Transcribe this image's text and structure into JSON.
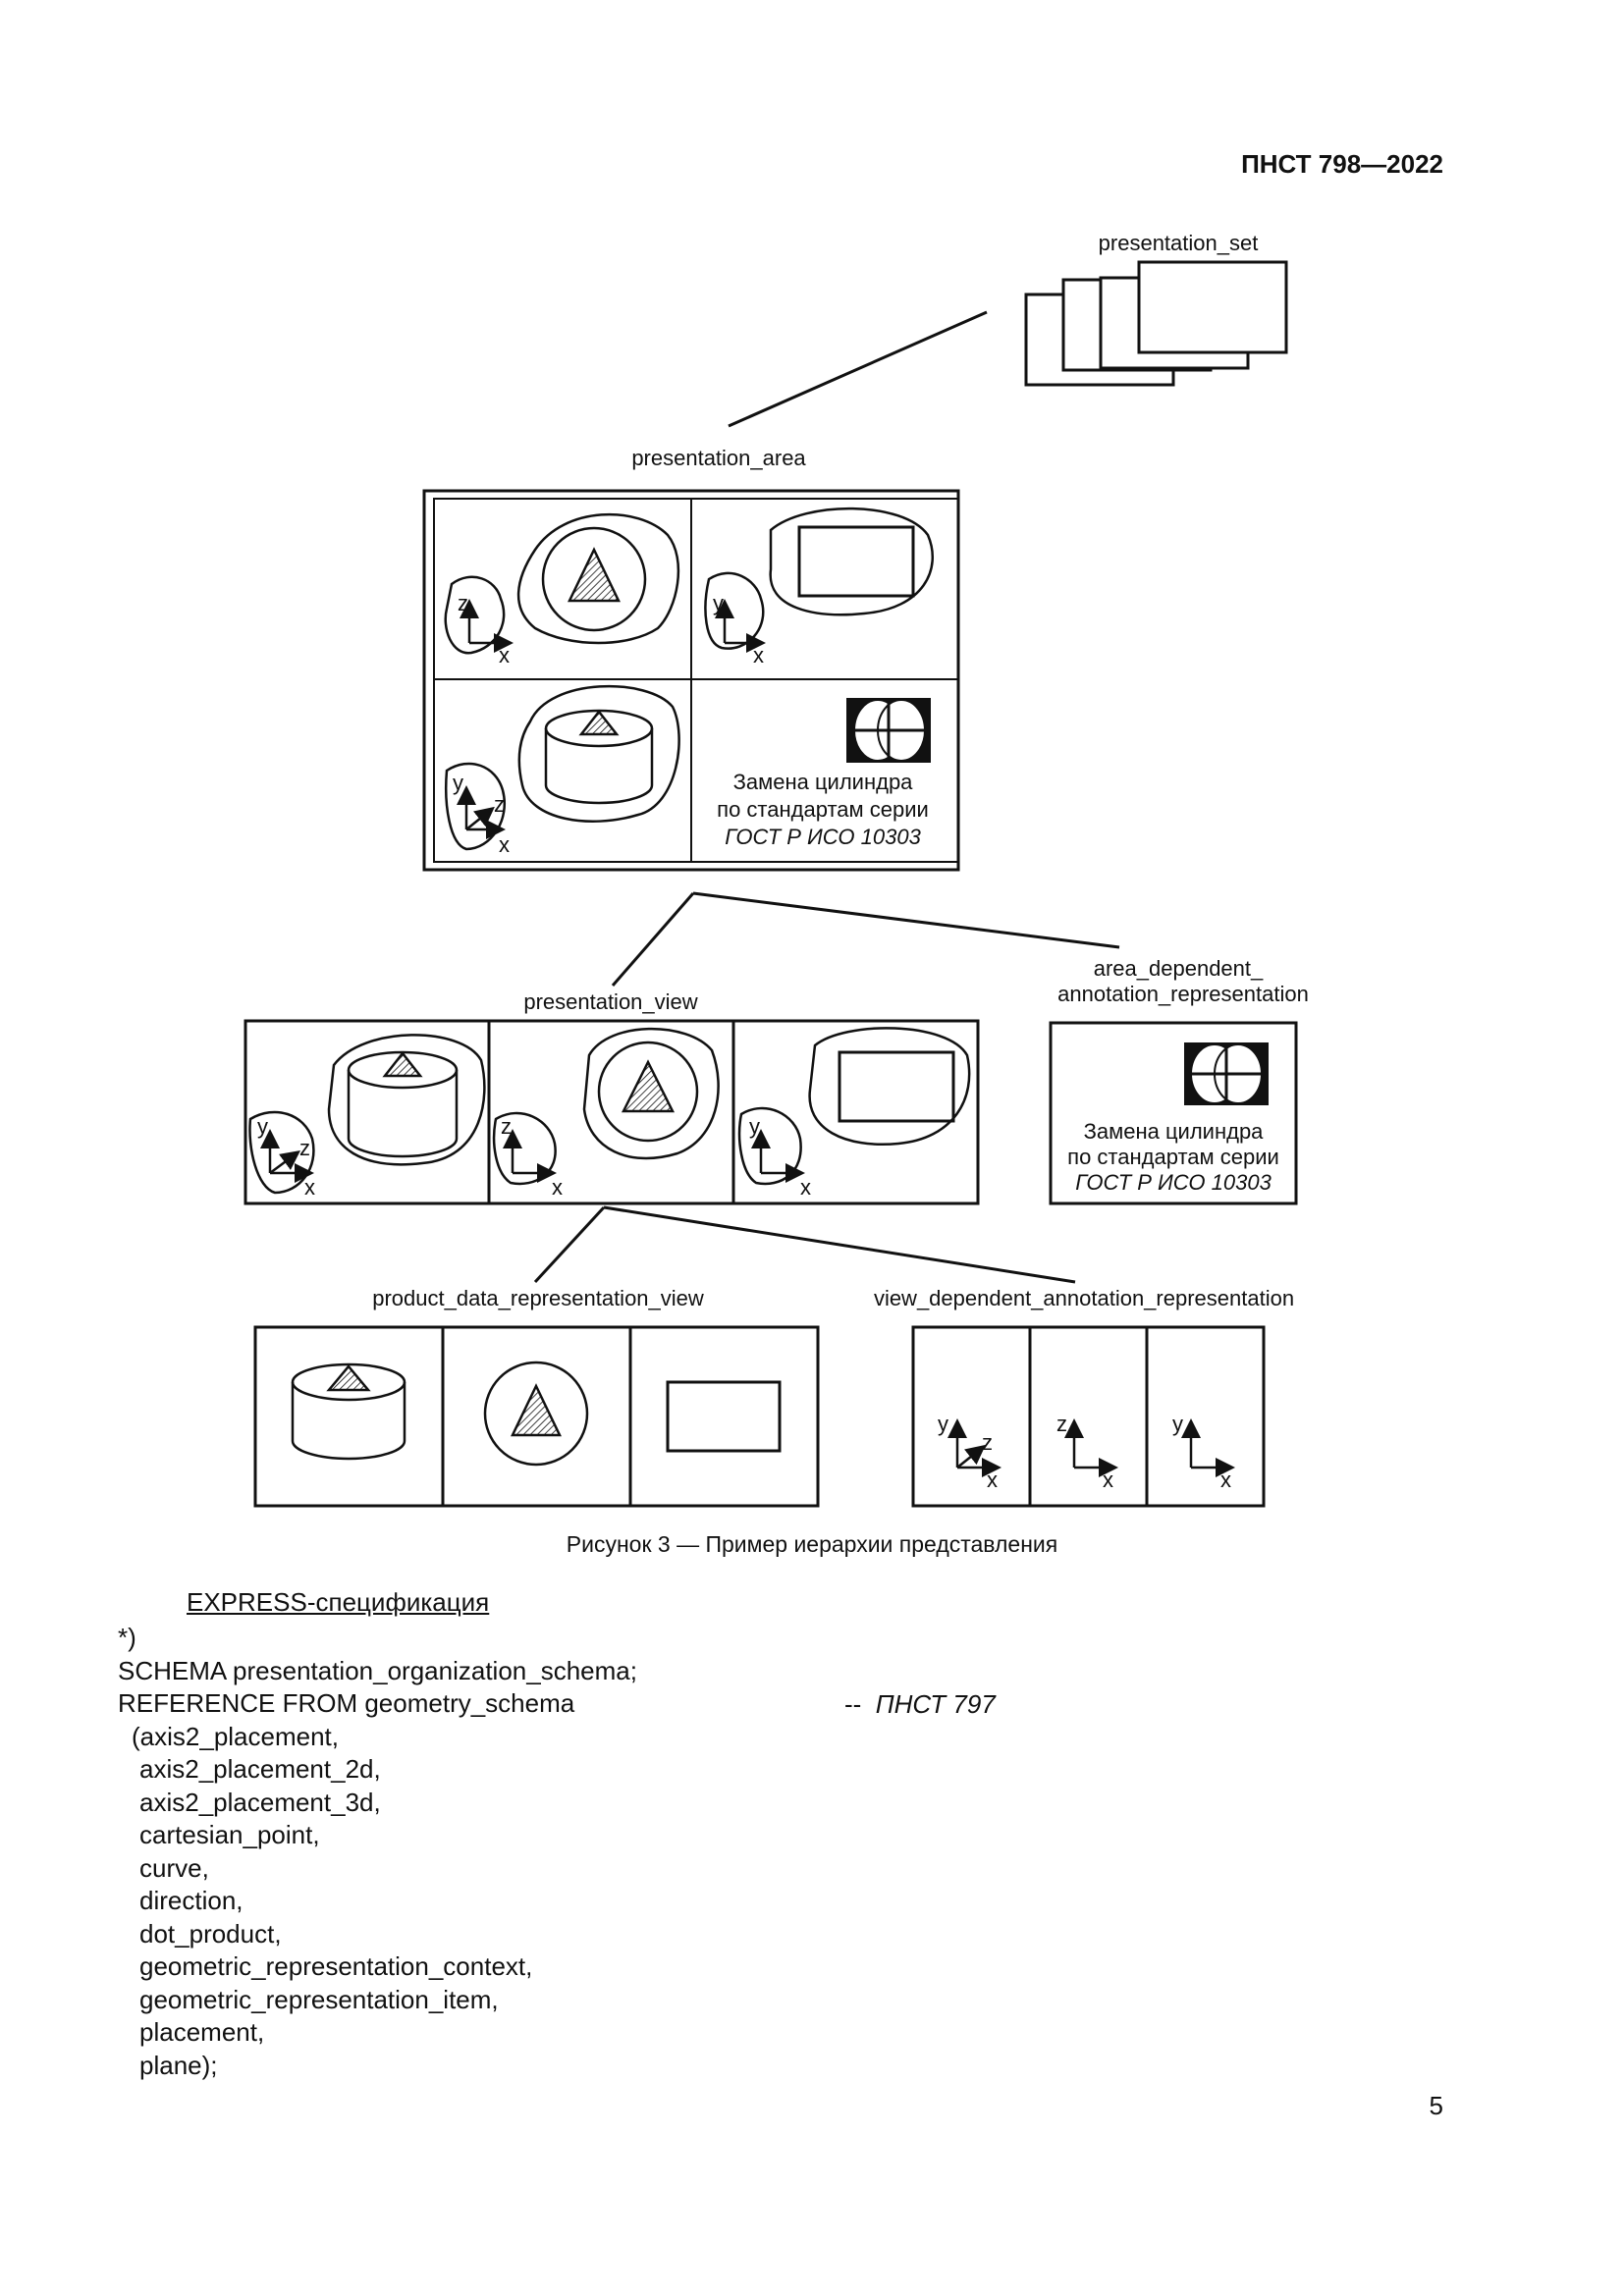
{
  "header": {
    "doc_code": "ПНСТ 798—2022"
  },
  "figure": {
    "labels": {
      "presentation_set": "presentation_set",
      "presentation_area": "presentation_area",
      "presentation_view": "presentation_view",
      "area_dependent_line1": "area_dependent_",
      "area_dependent_line2": "annotation_representation",
      "product_data_representation_view": "product_data_representation_view",
      "view_dependent_annotation_representation": "view_dependent_annotation_representation"
    },
    "annotation_text": {
      "line1": "Замена цилиндра",
      "line2": "по стандартам серии",
      "line3": "ГОСТ Р ИСО 10303"
    },
    "axes": {
      "x": "x",
      "y": "y",
      "z": "z"
    },
    "caption": "Рисунок 3 — Пример иерархии представления"
  },
  "spec": {
    "heading": "EXPRESS-спецификация",
    "lines": [
      "*)",
      "SCHEMA presentation_organization_schema;",
      "REFERENCE FROM geometry_schema",
      " (axis2_placement,",
      "   axis2_placement_2d,",
      "   axis2_placement_3d,",
      "   cartesian_point,",
      "   curve,",
      "   direction,",
      "   dot_product,",
      "   geometric_representation_context,",
      "   geometric_representation_item,",
      "   placement,",
      "   plane);"
    ],
    "ref_comment_prefix": "--",
    "ref_comment_doc": "ПНСТ 797"
  },
  "page_number": "5"
}
